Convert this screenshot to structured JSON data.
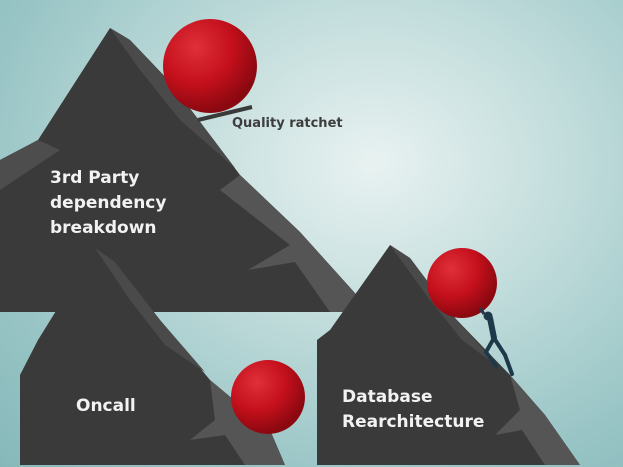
{
  "scene": {
    "background_color": "#98c4c5",
    "mountain_color": "#3a3a3a",
    "boulder_color": "#c4101c"
  },
  "labels": {
    "main_mountain_line1": "3rd Party",
    "main_mountain_line2": "dependency",
    "main_mountain_line3": "breakdown",
    "ratchet": "Quality ratchet",
    "oncall": "Oncall",
    "database_line1": "Database",
    "database_line2": "Rearchitecture"
  }
}
